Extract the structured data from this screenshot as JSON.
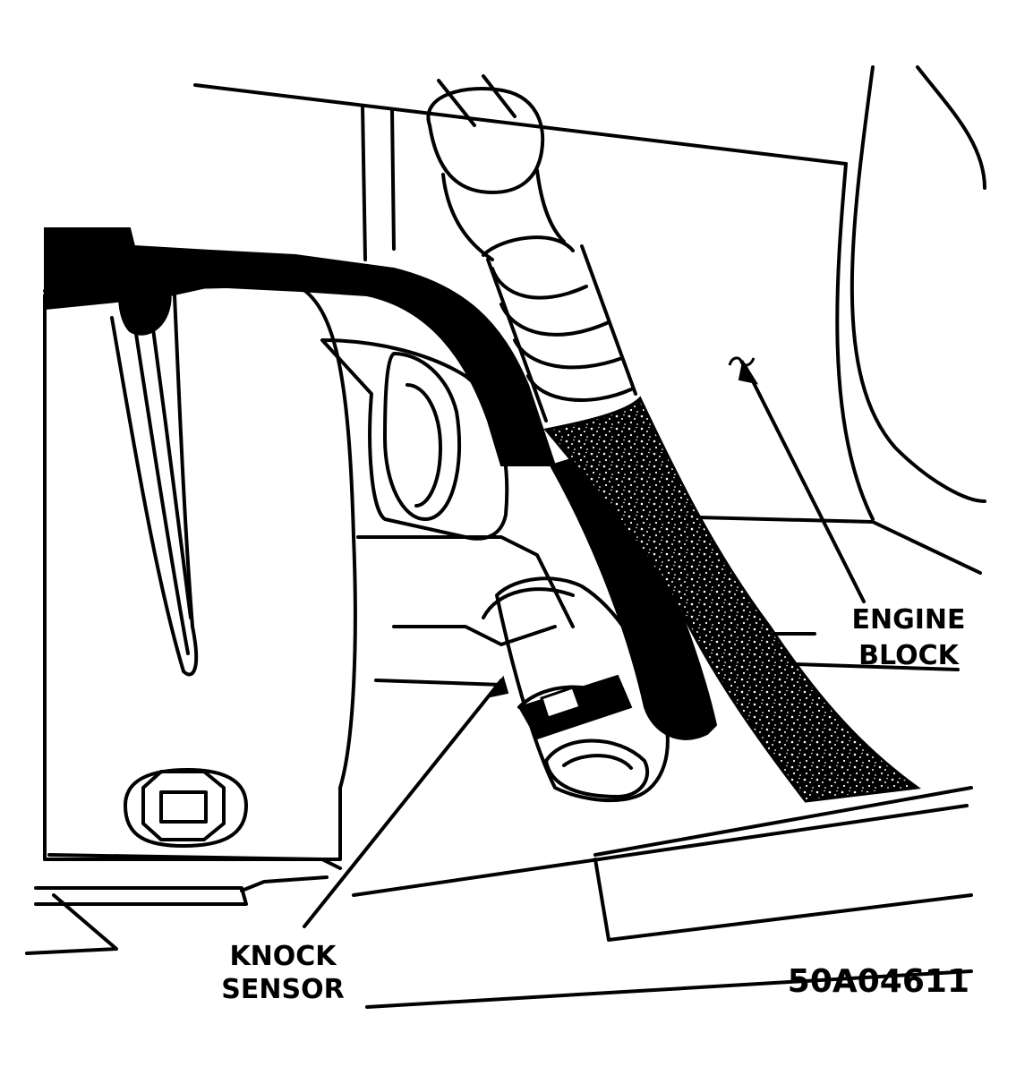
{
  "labels": {
    "engine_block": [
      "ENGINE",
      "BLOCK"
    ],
    "knock_sensor": [
      "KNOCK",
      "SENSOR"
    ],
    "figure_code": "50A04611"
  },
  "colors": {
    "ink": "#000000",
    "paper": "#ffffff"
  }
}
